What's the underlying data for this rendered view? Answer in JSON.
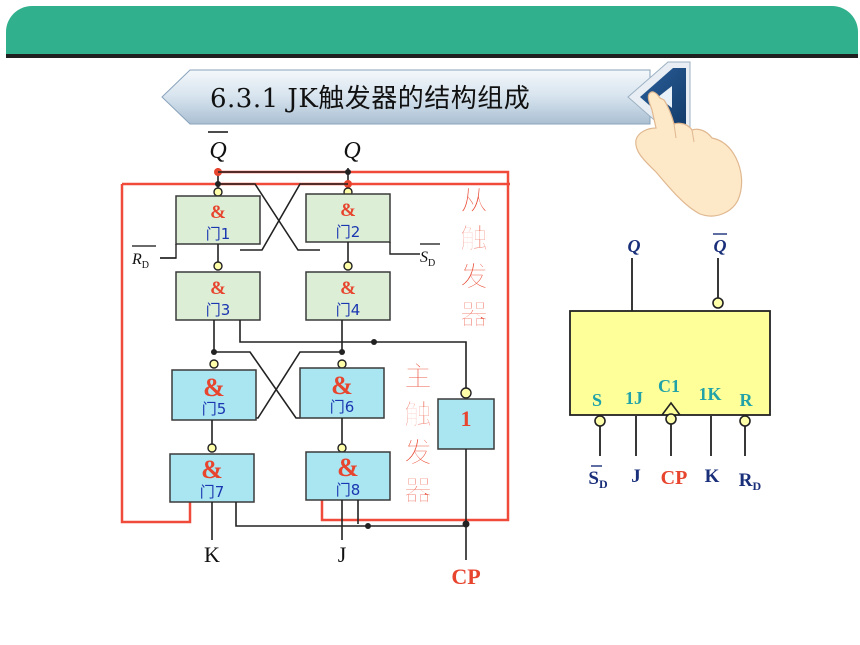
{
  "header": {
    "title": "6.3.1  JK触发器的结构组成"
  },
  "circuit": {
    "outputs": {
      "q_bar": "Q",
      "q": "Q"
    },
    "gates": [
      {
        "symbol": "&",
        "label": "门1"
      },
      {
        "symbol": "&",
        "label": "门2"
      },
      {
        "symbol": "&",
        "label": "门3"
      },
      {
        "symbol": "&",
        "label": "门4"
      },
      {
        "symbol": "&",
        "label": "门5"
      },
      {
        "symbol": "&",
        "label": "门6"
      },
      {
        "symbol": "&",
        "label": "门7"
      },
      {
        "symbol": "&",
        "label": "门8"
      }
    ],
    "inverter": "1",
    "rd_main": "R",
    "rd_sub": "D",
    "sd_main": "S",
    "sd_sub": "D",
    "slave_label": [
      "从",
      "触",
      "发",
      "器"
    ],
    "master_label": [
      "主",
      "触",
      "发",
      "器"
    ],
    "inputs": {
      "k": "K",
      "j": "J",
      "cp": "CP"
    }
  },
  "symbol": {
    "top_q": "Q",
    "top_q_bar": "Q",
    "pins": {
      "s": "S",
      "j": "1J",
      "c": "C1",
      "k": "1K",
      "r": "R"
    },
    "bottom": {
      "sd_main": "S",
      "sd_sub": "D",
      "j": "J",
      "cp": "CP",
      "k": "K",
      "rd_main": "R",
      "rd_sub": "D"
    }
  },
  "colors": {
    "header_green": "#31b08e",
    "slave_gate_fill": "#dcefd6",
    "master_gate_fill": "#a9e6f2",
    "symbol_fill": "#ffff99",
    "frame_red": "#f04a3a",
    "label_red": "#e8452f",
    "gate_text_blue": "#1a36b0"
  }
}
